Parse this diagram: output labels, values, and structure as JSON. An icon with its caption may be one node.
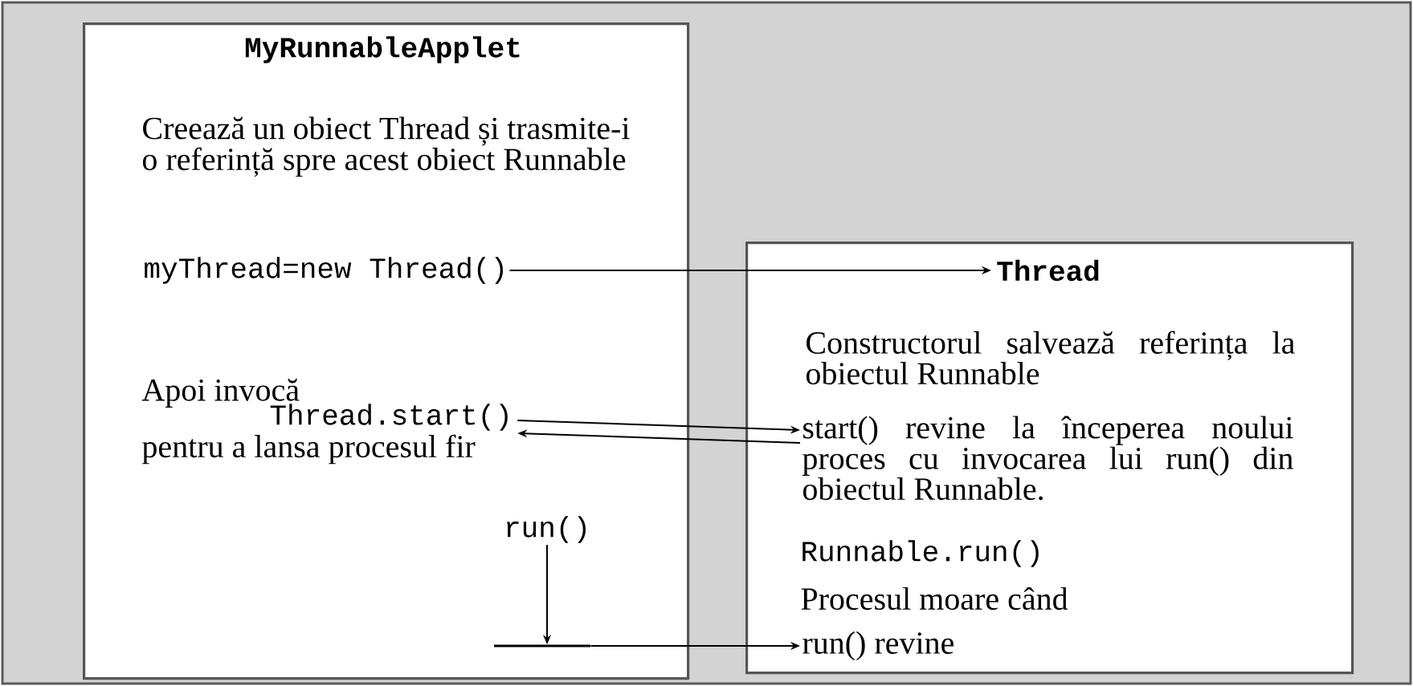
{
  "diagram": {
    "nodes": [
      {
        "text": [
          "MyRunnableApplet",
          "Creează un obiect Thread și trasmite-i o referință spre acest obiect Runnable",
          "Apoi invocă",
          "pentru a lansa procesul fir"
        ]
      },
      {
        "text": [
          "myThread=new Thread()"
        ],
        "in": 0
      },
      {
        "text": [
          "Thread.start()"
        ],
        "in": 0
      },
      {
        "text": [
          "run()"
        ],
        "in": 0
      },
      {
        "text": [],
        "shape": "bar",
        "in": 0
      },
      {
        "text": [
          "Thread",
          "Constructorul salvează referința la obiectul Runnable",
          "Runnable.run()",
          "Procesul moare când"
        ]
      },
      {
        "text": [
          "start() revine la începerea noului proces cu invocarea lui run() din obiectul Runnable."
        ],
        "in": 5
      },
      {
        "text": [
          "run() revine"
        ],
        "in": 5
      }
    ],
    "edges": [
      {
        "from": 1,
        "to": 5,
        "arrow": "to"
      },
      {
        "from": 2,
        "to": 6,
        "arrow": "to"
      },
      {
        "from": 6,
        "to": 2,
        "arrow": "to"
      },
      {
        "from": 3,
        "to": 4,
        "arrow": "to"
      },
      {
        "from": 4,
        "to": 7,
        "arrow": "to"
      }
    ]
  }
}
